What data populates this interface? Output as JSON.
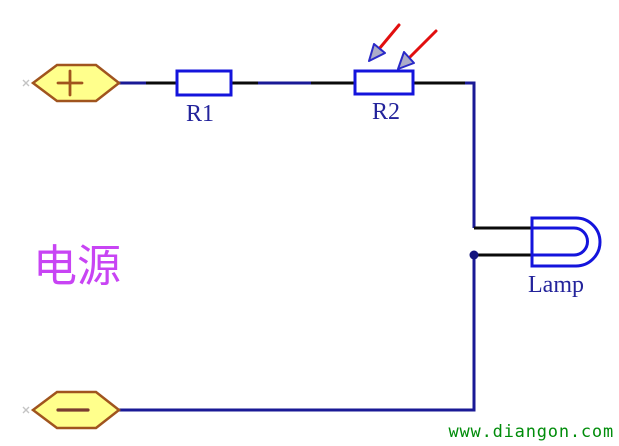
{
  "schematic": {
    "power_label": "电源",
    "watermark": "www.diangon.com",
    "components": {
      "positive_terminal": {
        "symbol": "+"
      },
      "negative_terminal": {
        "symbol": "−"
      },
      "r1": {
        "label": "R1"
      },
      "r2": {
        "label": "R2"
      },
      "lamp": {
        "label": "Lamp"
      }
    },
    "icons": [
      "plus-sign-icon",
      "minus-sign-icon",
      "light-arrows-icon",
      "junction-dot"
    ]
  },
  "colors": {
    "background": "#FFFFFF",
    "wire": "#1A1A96",
    "pin_wire": "#0A0A0A",
    "component_outline": "#1414DC",
    "component_label": "#23239B",
    "terminal_fill": "#FFFF8C",
    "terminal_border": "#A0541E",
    "power_label_text": "#C844F4",
    "light_arrow_red": "#E10F0F",
    "arrowhead_fill": "#ACACC8",
    "watermark_green": "#008C0A"
  }
}
